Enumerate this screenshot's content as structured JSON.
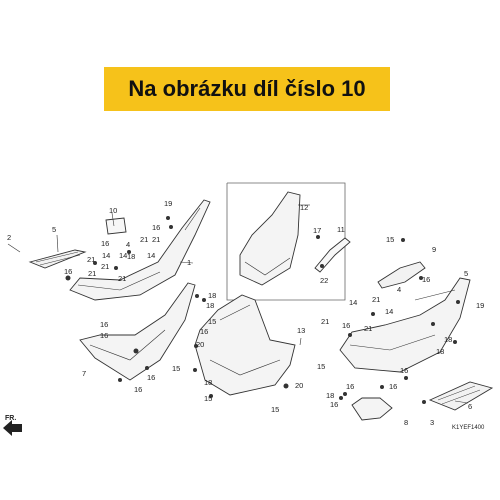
{
  "banner": {
    "text": "Na obrázku díl číslo 10",
    "color": "#f6c21a"
  },
  "diagram_code": "K1YEF1400",
  "direction_label": "FR.",
  "callouts": {
    "c1": "1",
    "c2": "2",
    "c3": "3",
    "c4": "4",
    "c5": "5",
    "c6": "6",
    "c7": "7",
    "c8": "8",
    "c9": "9",
    "c10": "10",
    "c11": "11",
    "c12": "12",
    "c13": "13",
    "c14a": "14",
    "c14b": "14",
    "c14c": "14",
    "c15a": "15",
    "c15b": "15",
    "c15c": "15",
    "c15d": "15",
    "c15e": "15",
    "c16a": "16",
    "c16b": "16",
    "c16c": "16",
    "c16d": "16",
    "c16e": "16",
    "c16f": "16",
    "c16g": "16",
    "c16h": "16",
    "c16i": "16",
    "c16j": "16",
    "c16k": "16",
    "c17": "17",
    "c18a": "18",
    "c18b": "18",
    "c18c": "18",
    "c18d": "18",
    "c18e": "18",
    "c18f": "18",
    "c19a": "19",
    "c19b": "19",
    "c20a": "20",
    "c20b": "20",
    "c21a": "21",
    "c21b": "21",
    "c21c": "21",
    "c21d": "21",
    "c21e": "21",
    "c21f": "21",
    "c21g": "21",
    "c21h": "21",
    "c21i": "21",
    "c21j": "21",
    "c22": "22"
  }
}
